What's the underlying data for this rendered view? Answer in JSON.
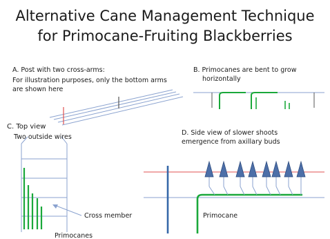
{
  "title_line1": "Alternative Cane Management Technique",
  "title_line2": "for Primocane-Fruiting Blackberries",
  "panel_a": {
    "line1": "A.  Post with two cross-arms:",
    "line2": "For illustration purposes, only the bottom arms",
    "line3": "are shown here"
  },
  "panel_b": {
    "line1": "B.  Primocanes are bent to grow",
    "line2": "horizontally"
  },
  "panel_c": {
    "line1": "C.  Top view",
    "line2": "Two outside wires",
    "cross_member_label": "Cross member",
    "primocanes_label": "Primocanes"
  },
  "panel_d": {
    "line1": "D. Side view of slower shoots",
    "line2": "emergence from axillary buds",
    "primocane_label": "Primocane"
  },
  "colors": {
    "wire_blue": "#8aa2cf",
    "cane_green": "#1aa83a",
    "post_blue": "#3567a8",
    "red_line": "#e05050",
    "bud_fill": "#4d6fa8"
  }
}
